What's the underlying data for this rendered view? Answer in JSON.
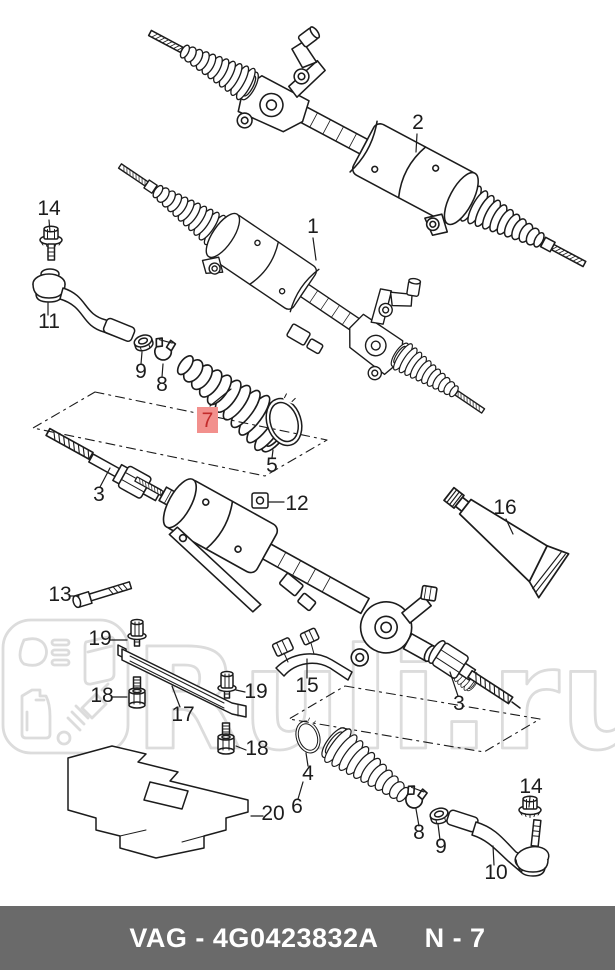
{
  "diagram": {
    "line_color": "#1c1c1c",
    "callouts": [
      {
        "id": "2",
        "label": "2"
      },
      {
        "id": "1",
        "label": "1"
      },
      {
        "id": "14-top",
        "label": "14"
      },
      {
        "id": "11",
        "label": "11"
      },
      {
        "id": "9-top",
        "label": "9"
      },
      {
        "id": "8-top",
        "label": "8"
      },
      {
        "id": "5",
        "label": "5"
      },
      {
        "id": "3-top",
        "label": "3"
      },
      {
        "id": "12",
        "label": "12"
      },
      {
        "id": "13",
        "label": "13"
      },
      {
        "id": "16",
        "label": "16"
      },
      {
        "id": "19-left",
        "label": "19"
      },
      {
        "id": "18-left",
        "label": "18"
      },
      {
        "id": "17",
        "label": "17"
      },
      {
        "id": "19-right",
        "label": "19"
      },
      {
        "id": "18-right",
        "label": "18"
      },
      {
        "id": "15",
        "label": "15"
      },
      {
        "id": "3-bottom",
        "label": "3"
      },
      {
        "id": "4",
        "label": "4"
      },
      {
        "id": "6",
        "label": "6"
      },
      {
        "id": "20",
        "label": "20"
      },
      {
        "id": "8-bottom",
        "label": "8"
      },
      {
        "id": "9-bottom",
        "label": "9"
      },
      {
        "id": "10",
        "label": "10"
      },
      {
        "id": "14-bottom",
        "label": "14"
      }
    ],
    "highlight": {
      "part_label": "7",
      "box_color": "#f2908d",
      "text_color": "#c22b2b"
    }
  },
  "watermark": {
    "text": "Ruli.ru",
    "color": "#dcdcdc",
    "logo_icons": [
      "headlight-icon",
      "dashboard-lines-icon",
      "canister-icon",
      "oil-jug-icon",
      "shock-absorber-icon"
    ]
  },
  "footer": {
    "catalog_code": "VAG - 4G0423832A",
    "page_ref": "N - 7",
    "bg_color": "#6a6a6a",
    "text_color": "#ffffff"
  }
}
